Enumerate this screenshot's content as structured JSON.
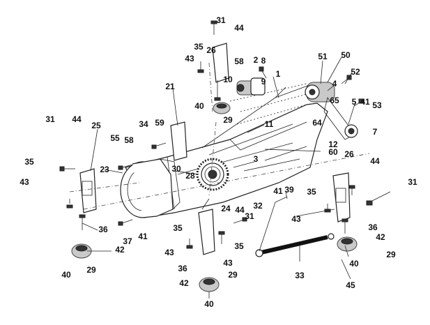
{
  "callouts": [
    "31",
    "44",
    "35",
    "26",
    "43",
    "58",
    "2",
    "8",
    "10",
    "9",
    "1",
    "51",
    "50",
    "52",
    "4",
    "65",
    "5",
    "41",
    "53",
    "7",
    "40",
    "29",
    "21",
    "34",
    "59",
    "11",
    "64",
    "12",
    "60",
    "31",
    "44",
    "25",
    "55",
    "58",
    "3",
    "23",
    "30",
    "28",
    "35",
    "43",
    "26",
    "44",
    "31",
    "41",
    "39",
    "24",
    "44",
    "32",
    "31",
    "35",
    "43",
    "36",
    "37",
    "41",
    "42",
    "40",
    "29",
    "35",
    "43",
    "35",
    "36",
    "43",
    "42",
    "29",
    "40",
    "33",
    "40",
    "45",
    "36",
    "42",
    "29"
  ]
}
